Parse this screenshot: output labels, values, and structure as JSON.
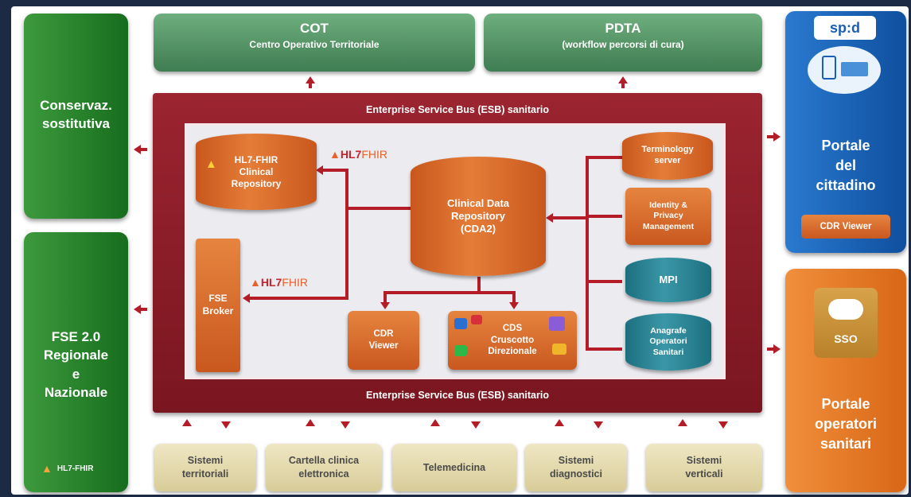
{
  "top": {
    "cot": {
      "title": "COT",
      "subtitle": "Centro Operativo Territoriale"
    },
    "pdta": {
      "title": "PDTA",
      "subtitle": "(workflow percorsi di cura)"
    }
  },
  "left": {
    "conservazione": "Conservaz. sostitutiva",
    "fse_lines": [
      "FSE 2.0",
      "Regionale",
      "e",
      "Nazionale"
    ],
    "fse_badge": "HL7-FHIR"
  },
  "esb": {
    "top_label": "Enterprise Service Bus (ESB) sanitario",
    "bottom_label": "Enterprise Service Bus (ESB) sanitario"
  },
  "inner": {
    "hl7_clinical_repository": [
      "HL7-FHIR",
      "Clinical",
      "Repository"
    ],
    "hl7_logo_1": {
      "hl7": "HL7",
      "fhir": "FHIR"
    },
    "hl7_logo_2": {
      "hl7": "HL7",
      "fhir": "FHIR"
    },
    "cdr": [
      "Clinical Data",
      "Repository",
      "(CDA2)"
    ],
    "fse_broker": [
      "FSE",
      "Broker"
    ],
    "cdr_viewer": [
      "CDR",
      "Viewer"
    ],
    "cds": [
      "CDS",
      "Cruscotto",
      "Direzionale"
    ],
    "terminology": [
      "Terminology",
      "server"
    ],
    "identity": [
      "Identity &",
      "Privacy",
      "Management"
    ],
    "mpi": "MPI",
    "anagrafe": [
      "Anagrafe",
      "Operatori",
      "Sanitari"
    ]
  },
  "right": {
    "spid_logo": "sp:d",
    "cittadino_lines": [
      "Portale",
      "del",
      "cittadino"
    ],
    "cdr_viewer_button": "CDR Viewer",
    "sso_label": "SSO",
    "operatori_lines": [
      "Portale",
      "operatori",
      "sanitari"
    ]
  },
  "bottom": {
    "items": [
      [
        "Sistemi",
        "territoriali"
      ],
      [
        "Cartella clinica",
        "elettronica"
      ],
      [
        "Telemedicina"
      ],
      [
        "Sistemi",
        "diagnostici"
      ],
      [
        "Sistemi",
        "verticali"
      ]
    ]
  },
  "colors": {
    "esb": "#8a1c26",
    "arrow": "#b41d27",
    "orange": "#e07a35",
    "teal": "#2f8a9b",
    "green": "#1f7d27",
    "blue_portal": "#1a5fb4"
  }
}
